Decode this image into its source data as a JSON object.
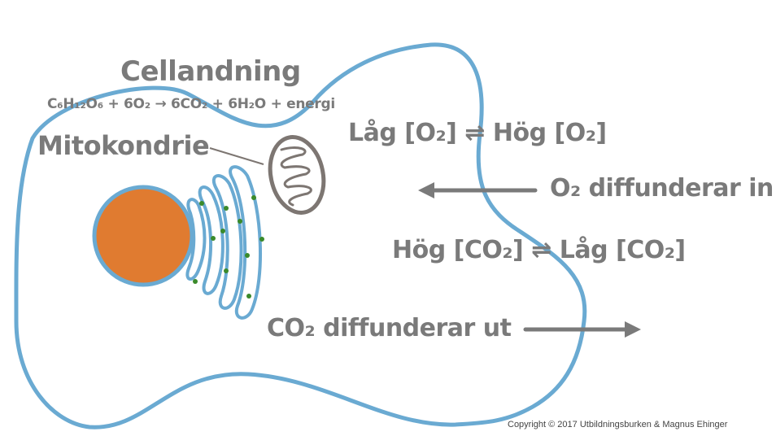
{
  "diagram": {
    "title": "Cellandning",
    "formula": "C₆H₁₂O₆ + 6O₂ → 6CO₂ + 6H₂O + energi",
    "mitochondrion_label": "Mitokondrie",
    "oxygen_equilibrium": "Låg [O₂] ⇌ Hög [O₂]",
    "oxygen_diffusion": "O₂ diffunderar in",
    "co2_equilibrium": "Hög [CO₂] ⇌ Låg [CO₂]",
    "co2_diffusion": "CO₂ diffunderar ut",
    "copyright": "Copyright © 2017 Utbildningsburken & Magnus Ehinger"
  },
  "colors": {
    "membrane": "#6aaad2",
    "nucleus": "#e07b30",
    "text": "#7a7a7a",
    "mitochondrion": "#7d7672",
    "ribosome": "#3a8a2a"
  },
  "icons": {
    "oxygen_arrow": "arrow-left",
    "co2_arrow": "arrow-right"
  }
}
